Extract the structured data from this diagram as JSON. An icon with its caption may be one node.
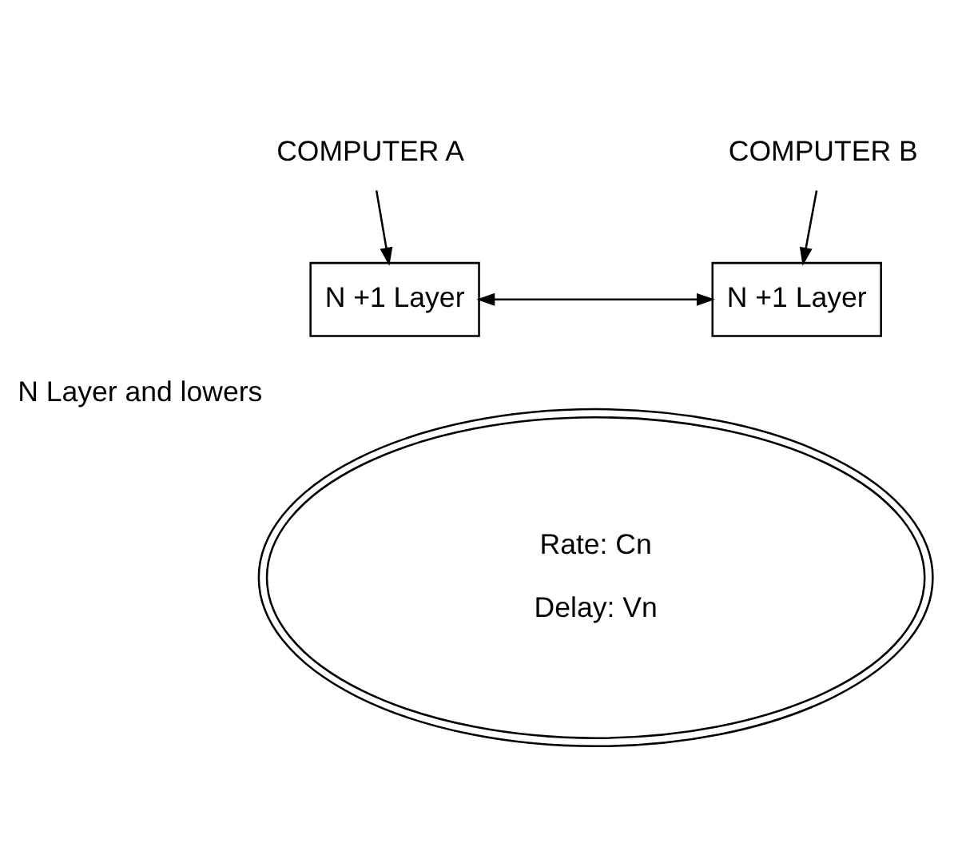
{
  "diagram": {
    "nodes": [
      {
        "text": [
          "COMPUTER A"
        ]
      },
      {
        "text": [
          "COMPUTER B"
        ]
      },
      {
        "text": [
          "N +1 Layer"
        ]
      },
      {
        "text": [
          "N +1 Layer"
        ]
      },
      {
        "text": [
          "Rate: Cn",
          "Delay: Vn"
        ],
        "beside": [
          "N Layer and lowers"
        ]
      }
    ],
    "edges": [
      {
        "from": 0,
        "to": 2,
        "arrow": "to"
      },
      {
        "from": 1,
        "to": 3,
        "arrow": "to"
      },
      {
        "from": 2,
        "to": 3,
        "arrow": "both"
      }
    ]
  }
}
